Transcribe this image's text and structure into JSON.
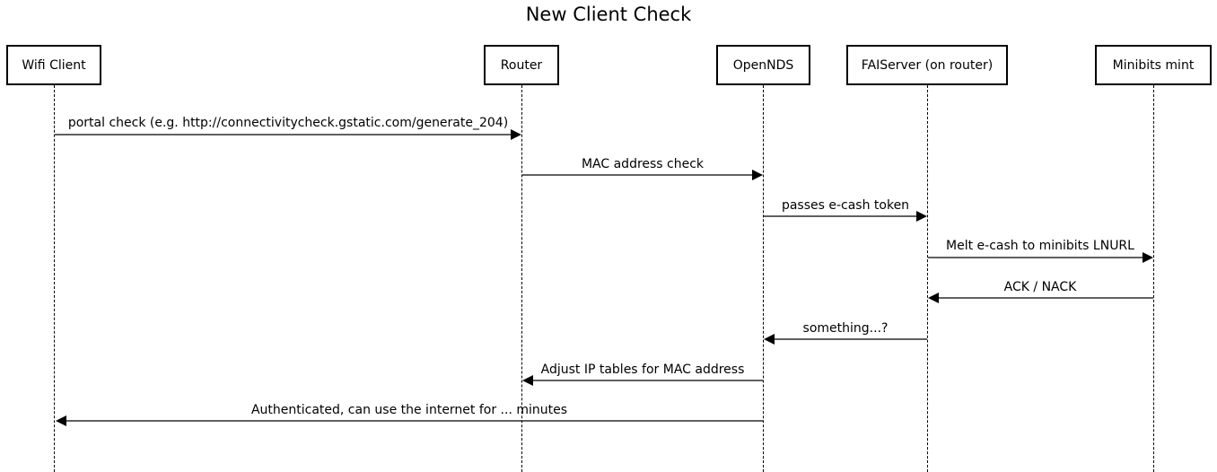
{
  "diagram": {
    "title": "New Client Check",
    "participants": [
      {
        "id": "wifi",
        "label": "Wifi Client"
      },
      {
        "id": "router",
        "label": "Router"
      },
      {
        "id": "opennds",
        "label": "OpenNDS"
      },
      {
        "id": "faiserver",
        "label": "FAIServer (on router)"
      },
      {
        "id": "minibits",
        "label": "Minibits mint"
      }
    ],
    "messages": [
      {
        "from": "wifi",
        "to": "router",
        "label": "portal check (e.g. http://connectivitycheck.gstatic.com/generate_204)"
      },
      {
        "from": "router",
        "to": "opennds",
        "label": "MAC address check"
      },
      {
        "from": "opennds",
        "to": "faiserver",
        "label": "passes e-cash token"
      },
      {
        "from": "faiserver",
        "to": "minibits",
        "label": "Melt e-cash to minibits LNURL"
      },
      {
        "from": "minibits",
        "to": "faiserver",
        "label": "ACK / NACK"
      },
      {
        "from": "faiserver",
        "to": "opennds",
        "label": "something...?"
      },
      {
        "from": "opennds",
        "to": "router",
        "label": "Adjust IP tables for MAC address"
      },
      {
        "from": "opennds",
        "to": "wifi",
        "label": "Authenticated, can use the internet for ... minutes"
      }
    ]
  }
}
